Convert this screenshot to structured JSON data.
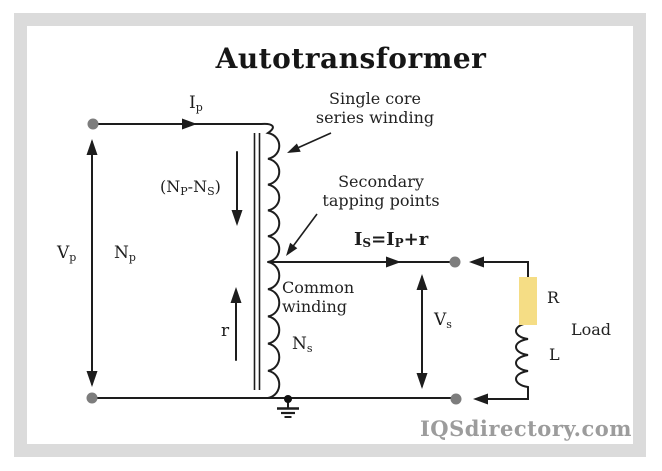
{
  "title": "Autotransformer",
  "watermark": "IQSdirectory.com",
  "colors": {
    "frame": "#dbdbdb",
    "line": "#1d1d1d",
    "terminal": "#7d7d7d",
    "resistor_fill": "#f5dd85",
    "watermark_text": "#9c9c9c"
  },
  "labels": {
    "primary_current": {
      "base": "I",
      "sub": "p"
    },
    "primary_voltage": {
      "base": "V",
      "sub": "p"
    },
    "primary_turns": {
      "base": "N",
      "sub": "p"
    },
    "secondary_turns": {
      "base": "N",
      "sub": "s"
    },
    "secondary_voltage": {
      "base": "V",
      "sub": "s"
    },
    "turns_difference": {
      "open": "(N",
      "sub1": "P",
      "mid": "-N",
      "sub2": "S",
      "close": ")"
    },
    "secondary_current": {
      "i1": "I",
      "s1": "S",
      "eq": "=I",
      "s2": "P",
      "plus": "+r"
    },
    "common_current": "r",
    "series_winding_note": [
      "Single core",
      "series winding"
    ],
    "tapping_note": [
      "Secondary",
      "tapping points"
    ],
    "common_winding_note": [
      "Common",
      "winding"
    ],
    "resistor": "R",
    "inductor": "L",
    "load": "Load"
  }
}
